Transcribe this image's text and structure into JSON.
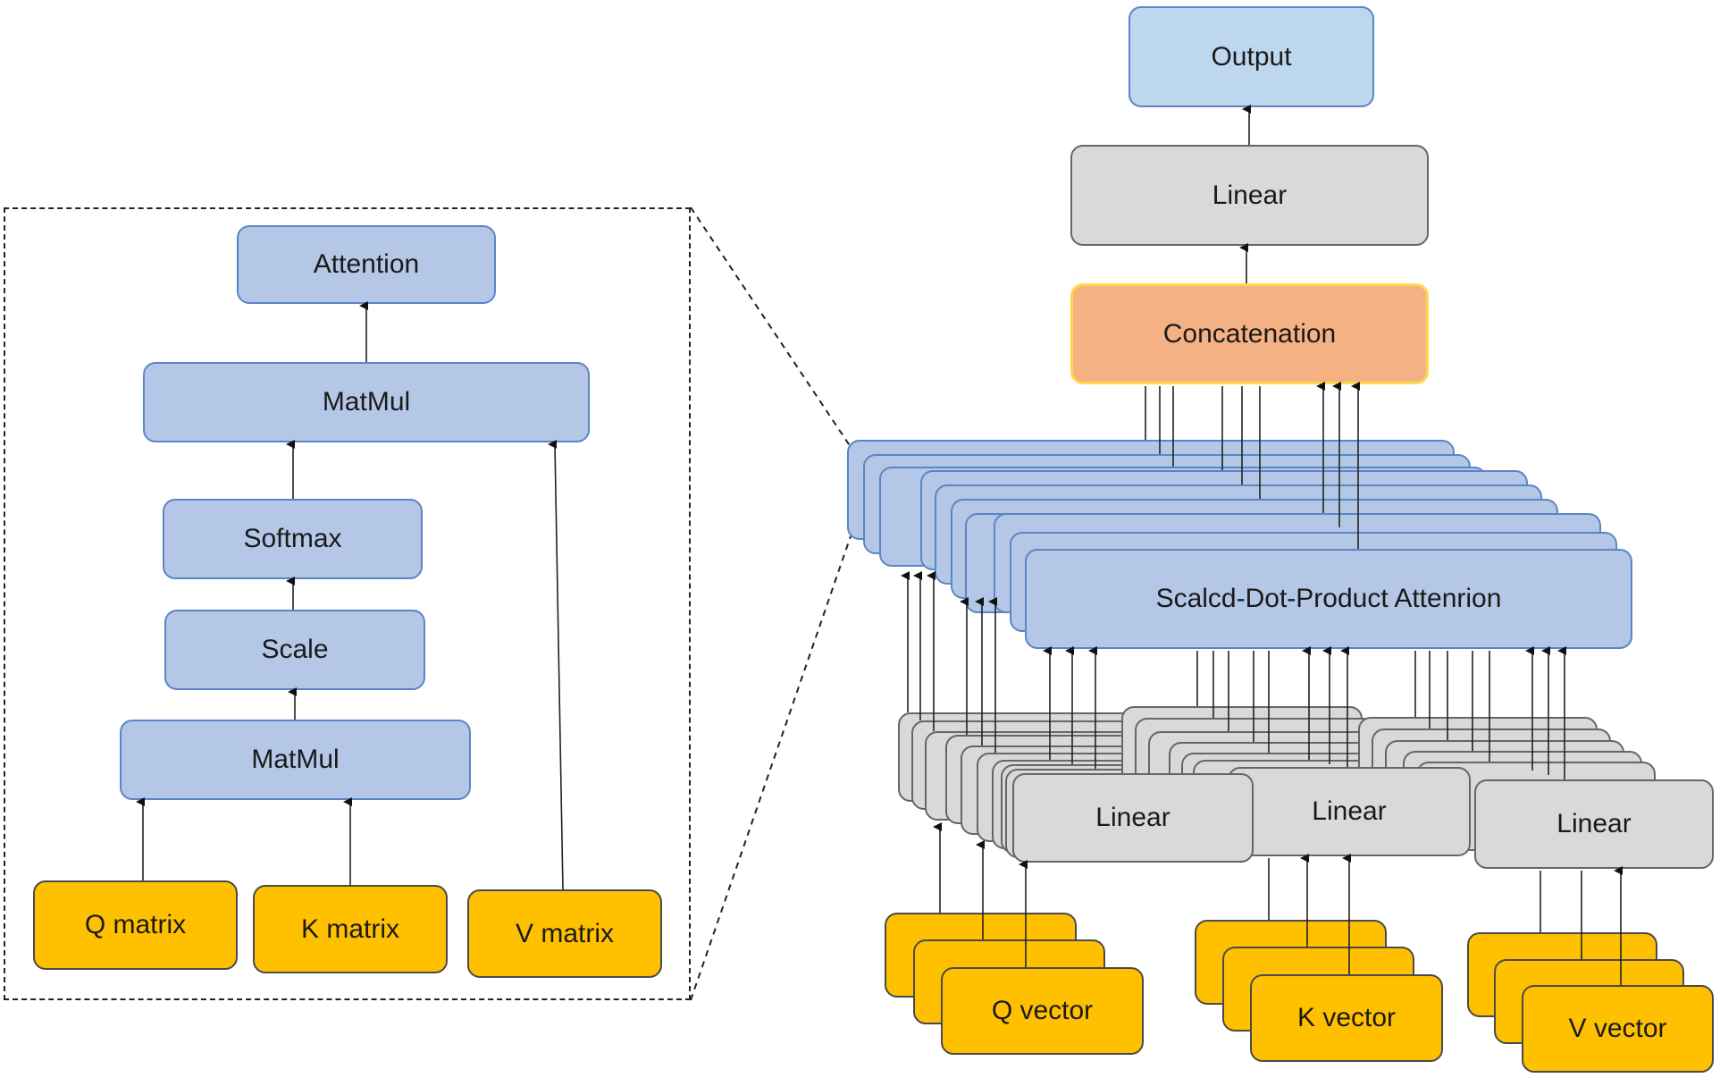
{
  "left_panel": {
    "attention": "Attention",
    "matmul_top": "MatMul",
    "softmax": "Softmax",
    "scale": "Scale",
    "matmul_bottom": "MatMul",
    "q_matrix": "Q  matrix",
    "k_matrix": "K matrix",
    "v_matrix": "V matrix"
  },
  "right_panel": {
    "output": "Output",
    "linear_top": "Linear",
    "concatenation": "Concatenation",
    "sdpa": "Scalcd-Dot-Product  Attenrion",
    "linear_q": "Linear",
    "linear_k": "Linear",
    "linear_v": "Linear",
    "q_vector": "Q vector",
    "k_vector": "K vector",
    "v_vector": "V vector"
  },
  "colors": {
    "attention_blocks": "#b4c7e7",
    "linear_blocks": "#d9d9d9",
    "inputs": "#ffc000",
    "concatenation": "#f4b183",
    "output": "#bdd7ee"
  }
}
